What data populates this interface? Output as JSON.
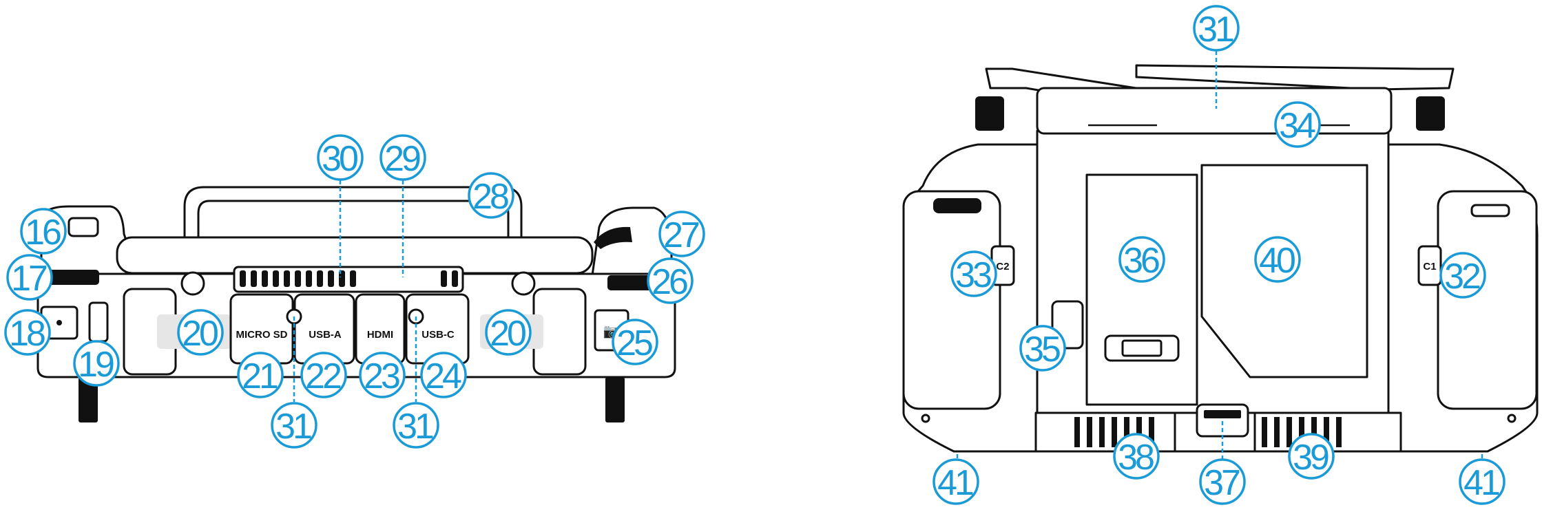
{
  "front_view": {
    "port_labels": {
      "micro_sd": "MICRO SD",
      "usb_a": "USB-A",
      "hdmi": "HDMI",
      "usb_c": "USB-C"
    },
    "callouts": {
      "c16": "16",
      "c17": "17",
      "c18": "18",
      "c19": "19",
      "c20a": "20",
      "c20b": "20",
      "c21": "21",
      "c22": "22",
      "c23": "23",
      "c24": "24",
      "c25": "25",
      "c26": "26",
      "c27": "27",
      "c28": "28",
      "c29": "29",
      "c30": "30",
      "c31a": "31",
      "c31b": "31"
    }
  },
  "back_view": {
    "button_labels": {
      "c2": "C2",
      "c1": "C1"
    },
    "callouts": {
      "c31": "31",
      "c32": "32",
      "c33": "33",
      "c34": "34",
      "c35": "35",
      "c36": "36",
      "c37": "37",
      "c38": "38",
      "c39": "39",
      "c40": "40",
      "c41a": "41",
      "c41b": "41"
    }
  },
  "colors": {
    "callout": "#1a9ad6",
    "line": "#111111",
    "pad": "#e6e6e6"
  }
}
